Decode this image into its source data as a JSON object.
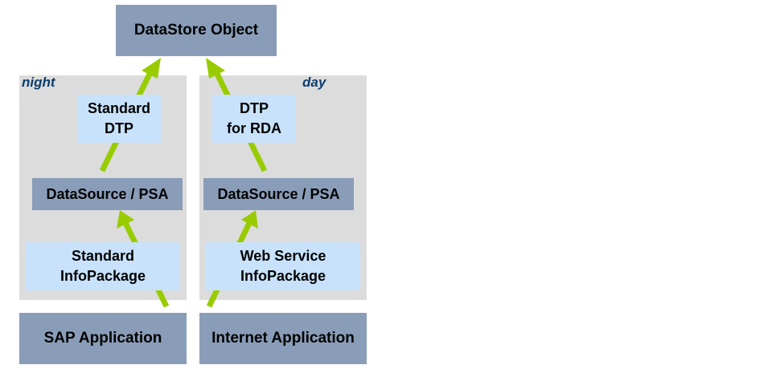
{
  "diagram": {
    "top_node": "DataStore Object",
    "lanes": [
      {
        "label": "night",
        "transfer": [
          "Standard",
          "DTP"
        ],
        "datasource": "DataSource / PSA",
        "infopackage": [
          "Standard",
          "InfoPackage"
        ],
        "source": "SAP Application"
      },
      {
        "label": "day",
        "transfer": [
          "DTP",
          "for RDA"
        ],
        "datasource": "DataSource / PSA",
        "infopackage": [
          "Web Service",
          "InfoPackage"
        ],
        "source": "Internet Application"
      }
    ],
    "colors": {
      "node_dark": "#8a9db8",
      "node_light": "#c8e2fc",
      "panel": "#dcdcdc",
      "arrow": "#99cc00",
      "lane_label": "#0b3d6e"
    }
  }
}
